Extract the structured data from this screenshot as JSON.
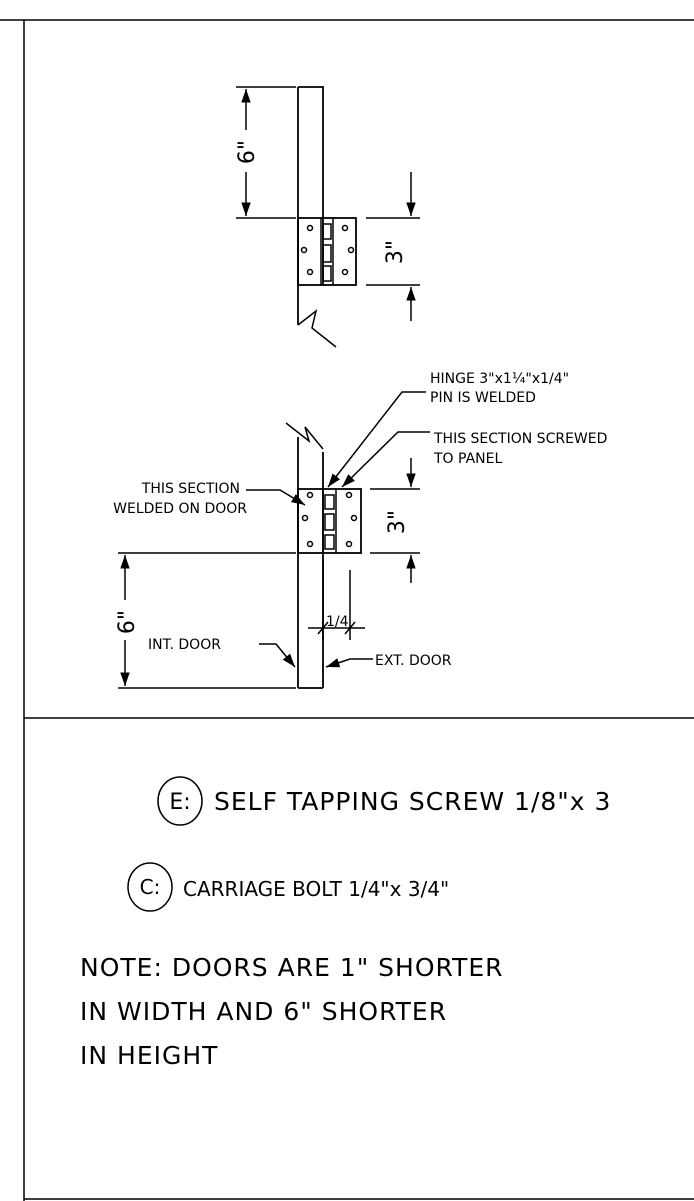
{
  "top_elevation": {
    "dim_top": "6\"",
    "dim_hinge": "3\""
  },
  "bottom_elevation": {
    "hinge_note_line1": "HINGE 3\"x1¼\"x1/4\"",
    "hinge_note_line2": "PIN IS WELDED",
    "screwed_note_line1": "THIS SECTION SCREWED",
    "screwed_note_line2": "TO PANEL",
    "welded_note_line1": "THIS SECTION",
    "welded_note_line2": "WELDED ON DOOR",
    "dim_hinge": "3\"",
    "dim_bottom": "6\"",
    "dim_gap": "1/4",
    "int_door_label": "INT. DOOR",
    "ext_door_label": "EXT. DOOR"
  },
  "legend": {
    "items": [
      {
        "key": "E:",
        "text": "SELF TAPPING SCREW 1/8\"x 3"
      },
      {
        "key": "C:",
        "text": "CARRIAGE BOLT 1/4\"x 3/4\""
      }
    ]
  },
  "note": {
    "line1": "NOTE: DOORS ARE 1\" SHORTER",
    "line2": "IN WIDTH AND 6\" SHORTER",
    "line3": "IN HEIGHT"
  }
}
